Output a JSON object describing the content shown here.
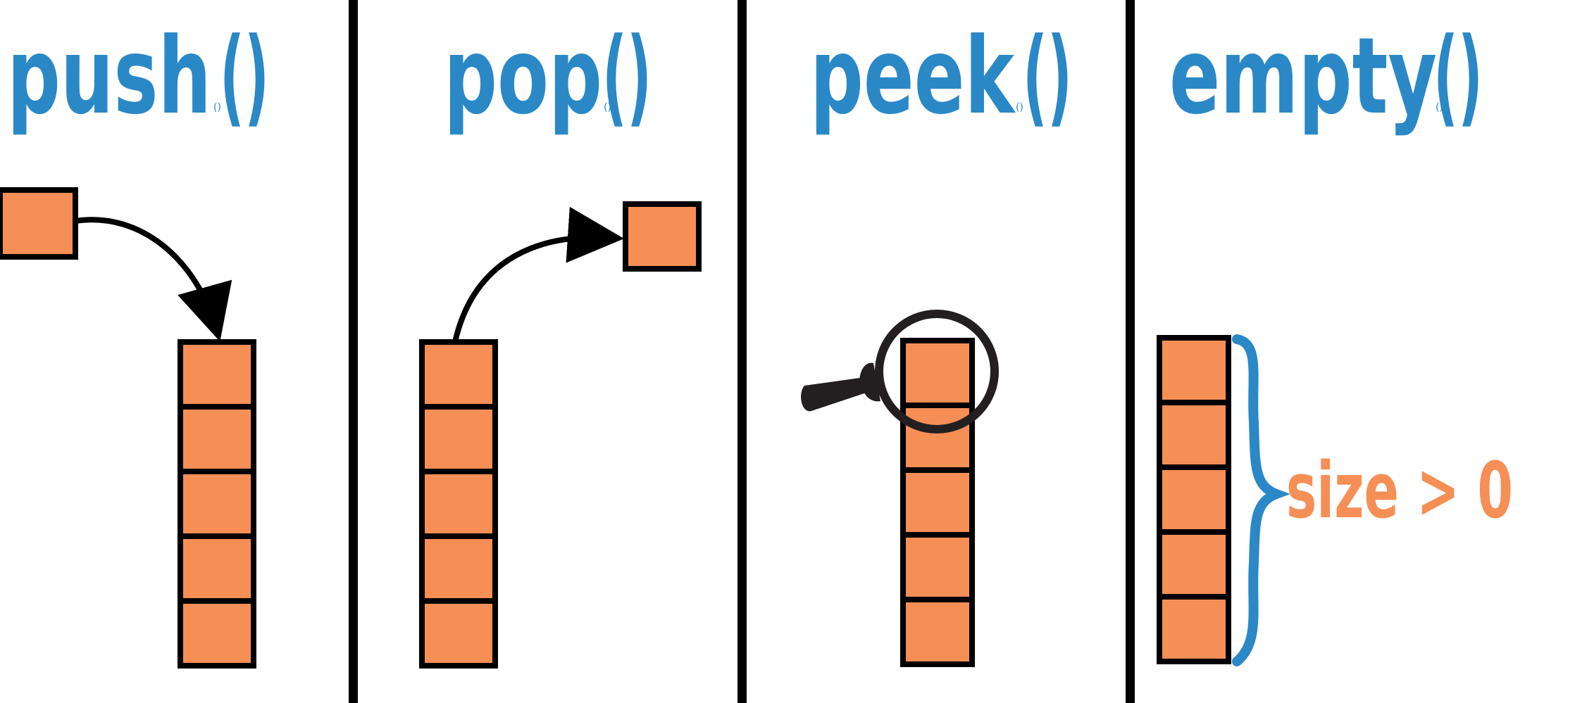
{
  "colors": {
    "blue": "#2b88c6",
    "orange": "#f58f56",
    "black": "#000000",
    "lens": "#231f20"
  },
  "panels": [
    {
      "name": "push",
      "title": "push",
      "paren": "()",
      "tiny": "()"
    },
    {
      "name": "pop",
      "title": "pop",
      "paren": "()",
      "tiny": "()"
    },
    {
      "name": "peek",
      "title": "peek",
      "paren": "()",
      "tiny": "()"
    },
    {
      "name": "empty",
      "title": "empty",
      "paren": "()",
      "tiny": "()"
    }
  ],
  "empty_note": "size > 0",
  "icons": [
    "arrow-icon",
    "magnifier-icon",
    "brace-icon"
  ]
}
